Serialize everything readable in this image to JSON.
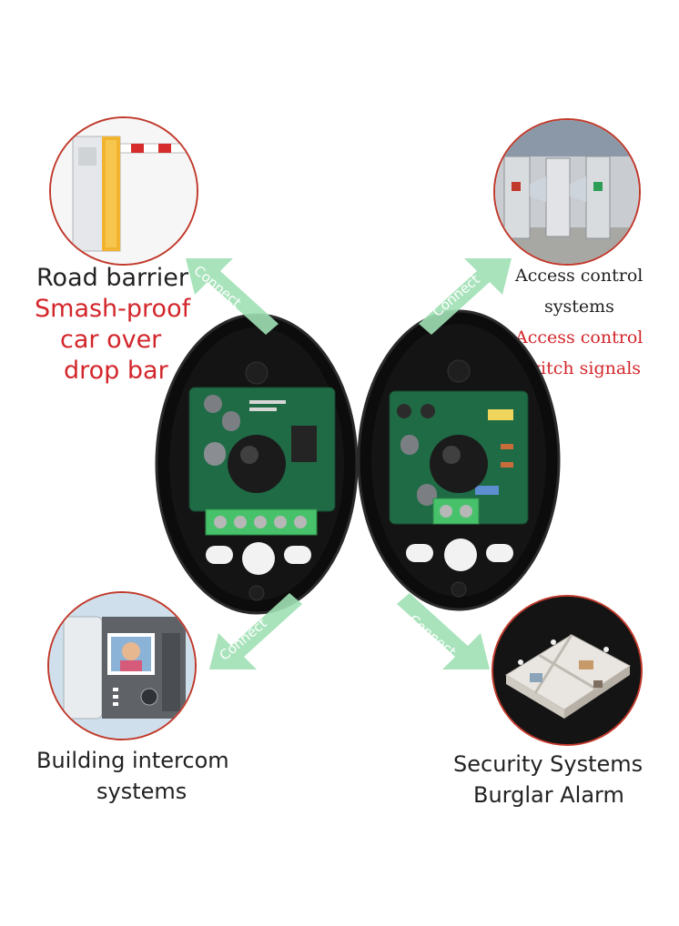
{
  "labels": {
    "top_left": {
      "title": "Road barrier",
      "sub": [
        "Smash-proof",
        "car over",
        "drop bar"
      ]
    },
    "top_right": {
      "title": [
        "Access control",
        "systems"
      ],
      "sub": [
        "Access control",
        "switch signals"
      ]
    },
    "bottom_left": {
      "title": [
        "Building intercom",
        "systems"
      ]
    },
    "bottom_right": {
      "title": [
        "Security Systems",
        "Burglar Alarm"
      ]
    }
  },
  "arrows": {
    "top_left": "Connect",
    "top_right": "Connect",
    "bottom_left": "Connect",
    "bottom_right": "Connect"
  },
  "colors": {
    "accent_red": "#d3262b",
    "arrow_green": "#9fe0b4",
    "pcb_green": "#1f6b45",
    "terminal_green": "#47c26a",
    "housing_black": "#0e0e0e"
  },
  "icons": {
    "top_left_circle": "road-barrier-image",
    "top_right_circle": "turnstile-gate-image",
    "bottom_left_circle": "video-intercom-image",
    "bottom_right_circle": "house-floorplan-image",
    "center": "photoelectric-beam-sensor-pair"
  }
}
